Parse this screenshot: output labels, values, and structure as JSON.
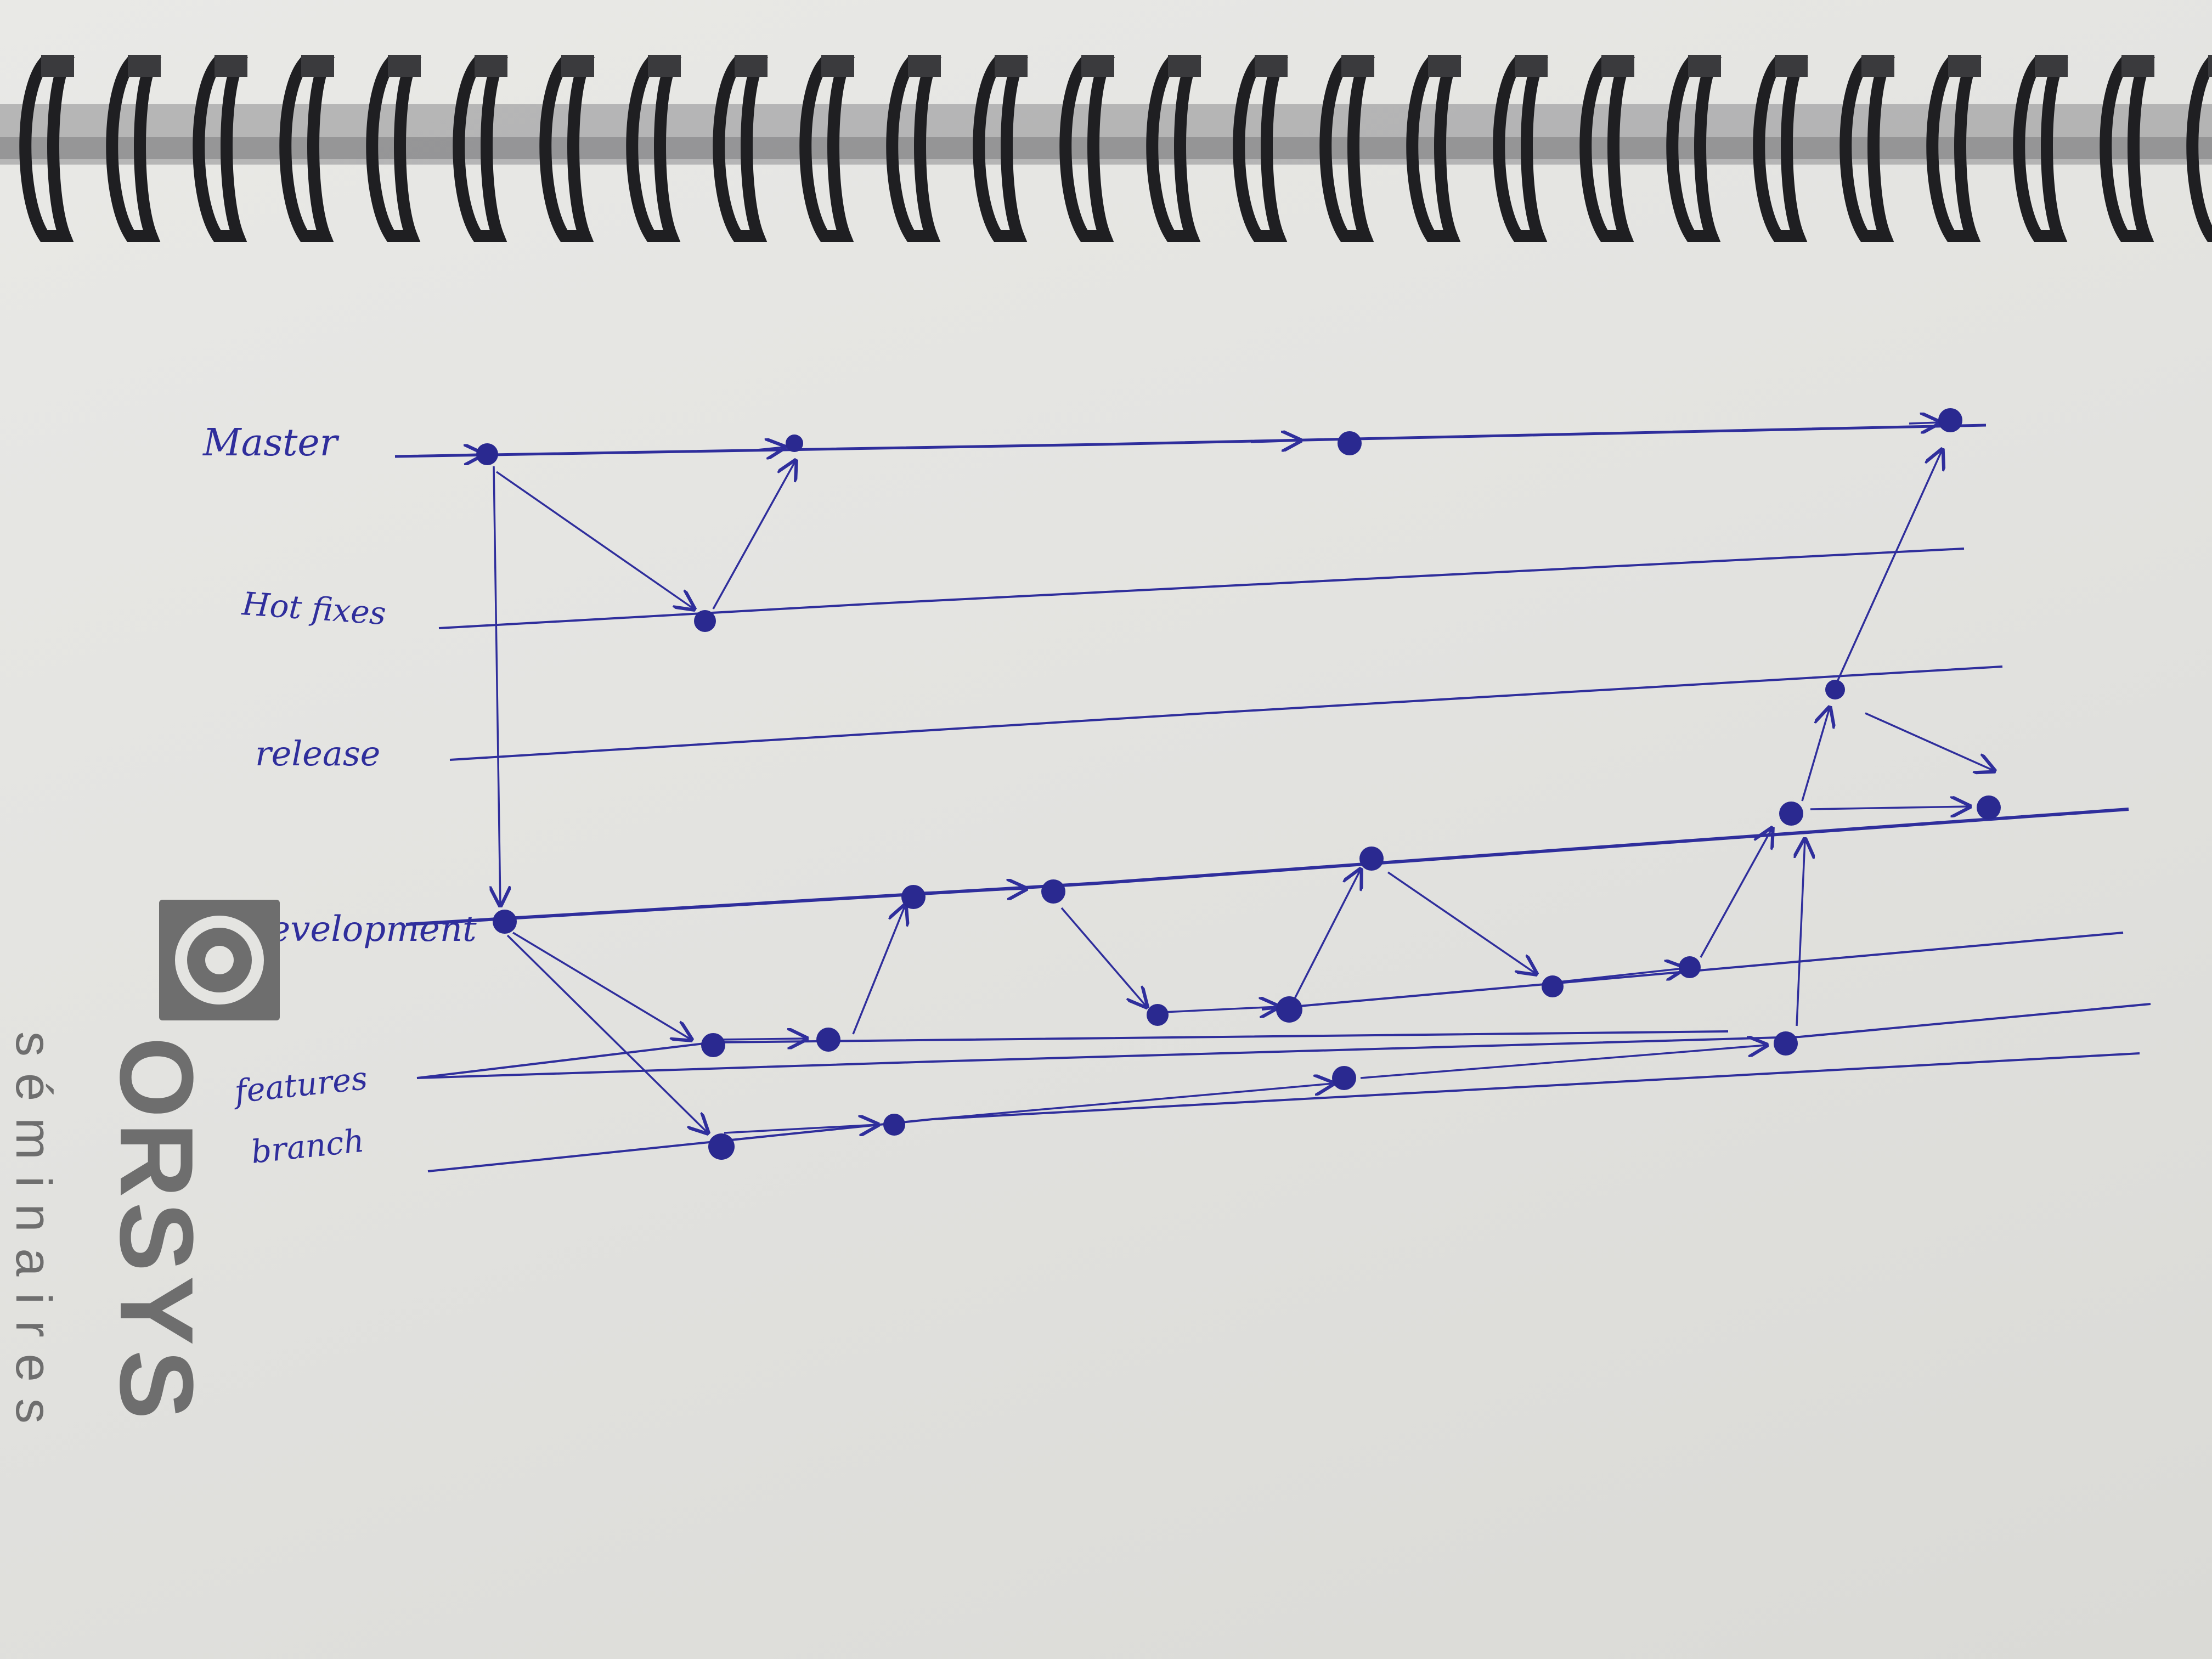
{
  "branches": {
    "master": "Master",
    "hotfixes": "Hot fixes",
    "release": "release",
    "development": "Development",
    "features_line1": "features",
    "features_line2": "branch"
  },
  "logo": {
    "brand": "ORSYS",
    "tagline": "séminaires"
  },
  "colors": {
    "ink": "#2f2e9c",
    "paper": "#e6e6e3",
    "logo": "#6e6e6e",
    "spiral": "#1f1f22"
  }
}
